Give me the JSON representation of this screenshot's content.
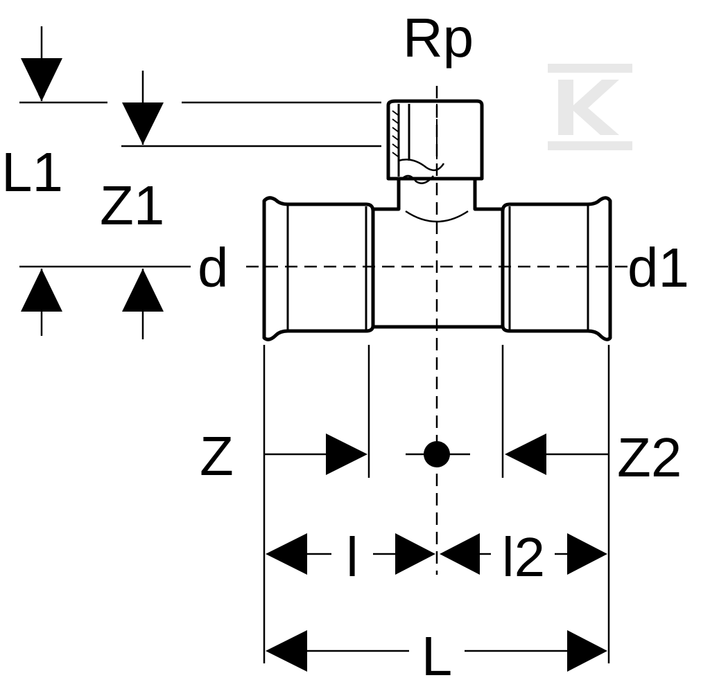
{
  "labels": {
    "rp": "Rp",
    "l1": "L1",
    "z1": "Z1",
    "d": "d",
    "d1": "d1",
    "z": "Z",
    "z2": "Z2",
    "l": "l",
    "l2": "l2",
    "L": "L"
  },
  "colors": {
    "line": "#000000",
    "watermark": "#e8e8e8",
    "background": "#ffffff"
  },
  "watermark": {
    "icon": "k-logo-watermark"
  }
}
